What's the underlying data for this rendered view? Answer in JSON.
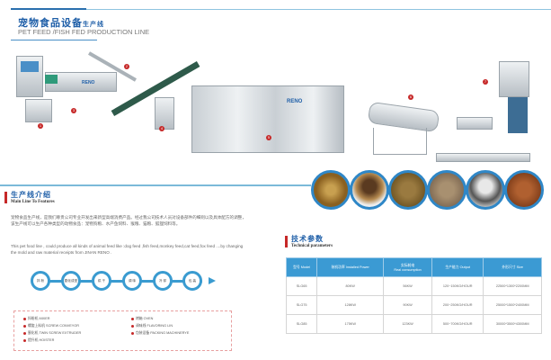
{
  "header": {
    "title_cn": "宠物食品设备",
    "title_cn_suffix": "生产线",
    "subtitle": "PET FEED /FISH FED PRODUCTION LINE"
  },
  "machines": {
    "markers": [
      "1",
      "2",
      "3",
      "4",
      "5",
      "6",
      "7"
    ],
    "brand_logo": "RENO"
  },
  "colors": {
    "accent": "#2f87c7",
    "title": "#1f5fa8",
    "marker": "#c62828"
  },
  "features": {
    "heading_cn": "生产线介绍",
    "heading_en": "Main Line To Features",
    "paragraph_cn": "宠物食品生产线，是我们尊贵公司专业开发出来新型高端消费产品。经过我公司技术人员对设备部件的细则以及具体配方的调整，该生产线可以生产各种类型的动物食品：宠物狗粮、水产鱼饲料、猴粮、猫粮、狐狸饲料等。",
    "paragraph_en": "This pet food line , could produce all kinds of animal feed like :dog feed ,fish feed,monkey feed,cat feed,fox feed ....by changing the mold and raw material receipts from JINAN RENO .",
    "steps": [
      "拌 粉",
      "膨化成型",
      "烘 干",
      "调 味",
      "冷 却",
      "包 装"
    ],
    "legend_left": [
      "拌粉机 MIXER",
      "螺旋上料机 SCREW CONVEYOR",
      "膨化机 TWIN SCREW EXTRUDER",
      "提升机 HOISTER"
    ],
    "legend_right": [
      "烤箱 OVEN",
      "调味线 FLAVORING LIN",
      "包装设备 PACKING MACHINERYE"
    ]
  },
  "technical": {
    "heading_cn": "技术参数",
    "heading_en": "Technical parameters",
    "columns": [
      {
        "cn": "型号",
        "en": "Model"
      },
      {
        "cn": "装机功率",
        "en": "Installed Power"
      },
      {
        "cn": "实际耗电",
        "en": "Real consumption"
      },
      {
        "cn": "生产能力",
        "en": "Output"
      },
      {
        "cn": "外形尺寸",
        "en": "Size"
      }
    ],
    "rows": [
      [
        "SLG65",
        "80KW",
        "56KW",
        "120~150KG/HOUR",
        "22500*1300*2200MM"
      ],
      [
        "SLG75",
        "128KW",
        "90KW",
        "200~250KG/HOUR",
        "25000*1500*2400MM"
      ],
      [
        "SLG85",
        "175KW",
        "123KW",
        "500~700KG/HOUR",
        "30000*3500*4300MM"
      ]
    ]
  }
}
